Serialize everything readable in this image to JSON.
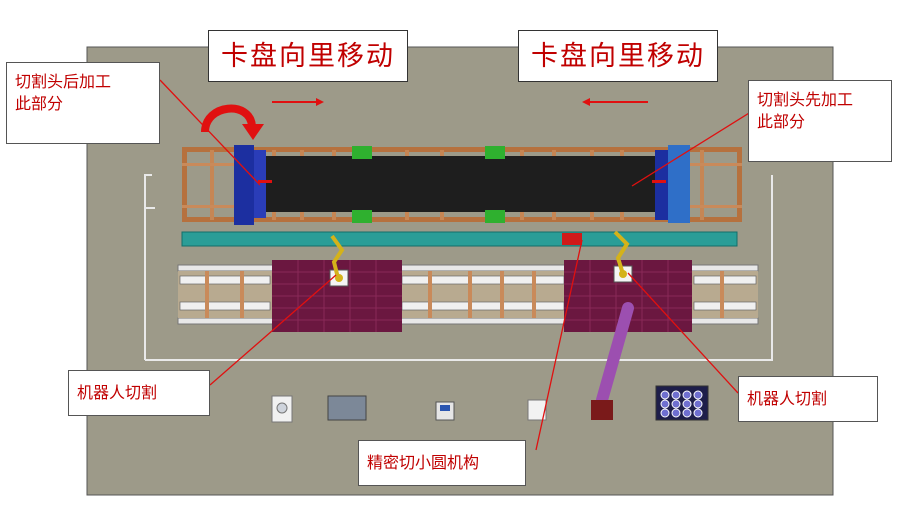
{
  "titles": {
    "left": "卡盘向里移动",
    "right": "卡盘向里移动"
  },
  "callouts": {
    "top_left": "切割头后加工\n此部分",
    "top_right": "切割头先加工\n此部分",
    "robot_left": "机器人切割",
    "robot_right": "机器人切割",
    "precision": "精密切小圆机构"
  },
  "colors": {
    "floor": "#9d9a89",
    "frame": "#b6713e",
    "pipe": "#1e1e1e",
    "chuck_blue": "#1c2fa0",
    "rail_teal": "#2a9d97",
    "pallet": "#6b1740",
    "accent_red": "#e01010",
    "green_block": "#2fb02f",
    "purple_tube": "#9c4fb0",
    "label_red": "#c00000"
  }
}
